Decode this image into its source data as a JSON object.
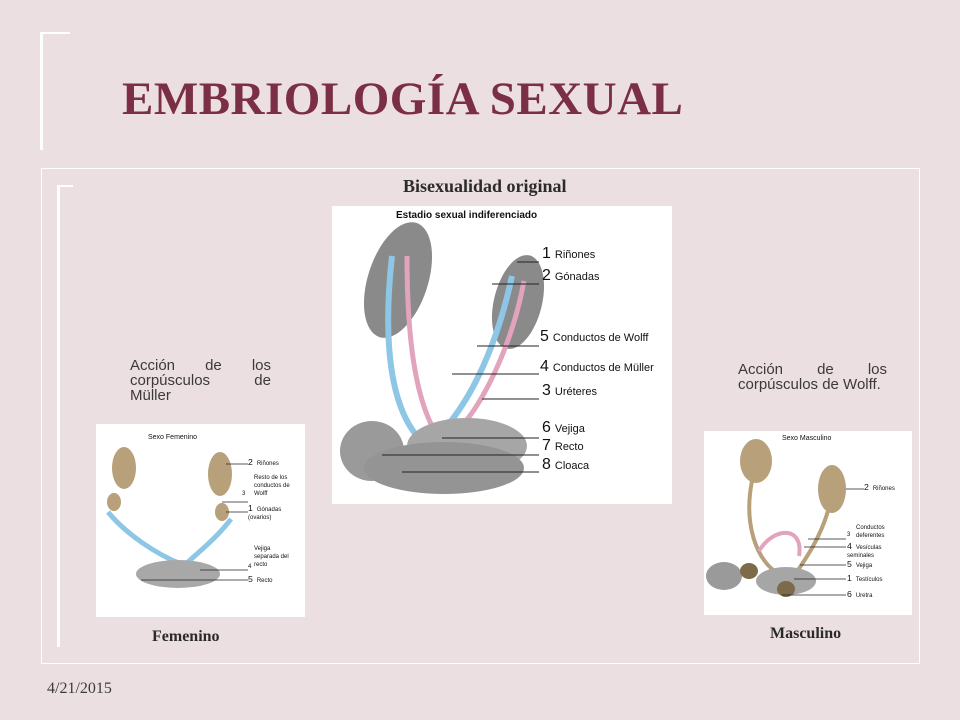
{
  "slide": {
    "title": "EMBRIOLOGÍA SEXUAL",
    "footer_date": "4/21/2015"
  },
  "center": {
    "heading": "Bisexualidad original",
    "figure_title": "Estadio sexual indiferenciado",
    "labels": [
      {
        "num": "1",
        "text": "Riñones"
      },
      {
        "num": "2",
        "text": "Gónadas"
      },
      {
        "num": "5",
        "text": "Conductos de Wolff"
      },
      {
        "num": "4",
        "text": "Conductos de Müller"
      },
      {
        "num": "3",
        "text": "Uréteres"
      },
      {
        "num": "6",
        "text": "Vejiga"
      },
      {
        "num": "7",
        "text": "Recto"
      },
      {
        "num": "8",
        "text": "Cloaca"
      }
    ]
  },
  "left": {
    "caption": "Acción de los corpúsculos de Müller",
    "figure_title": "Sexo Femenino",
    "labels": [
      {
        "num": "2",
        "text": "Riñones"
      },
      {
        "num": "",
        "text": "Resto de los conductos de Wolff"
      },
      {
        "num": "3",
        "text": ""
      },
      {
        "num": "1",
        "text": "Gónadas (ovarios)"
      },
      {
        "num": "",
        "text": "Vejiga separada del recto"
      },
      {
        "num": "4",
        "text": ""
      },
      {
        "num": "5",
        "text": "Recto"
      }
    ],
    "footer_label": "Femenino"
  },
  "right": {
    "caption": "Acción de los corpúsculos de Wolff.",
    "figure_title": "Sexo Masculino",
    "labels": [
      {
        "num": "2",
        "text": "Riñones"
      },
      {
        "num": "",
        "text": "Conductos deferentes"
      },
      {
        "num": "3",
        "text": ""
      },
      {
        "num": "4",
        "text": "Vesículas seminales"
      },
      {
        "num": "5",
        "text": "Vejiga"
      },
      {
        "num": "1",
        "text": "Testículos"
      },
      {
        "num": "6",
        "text": "Uretra"
      }
    ],
    "footer_label": "Masculino"
  },
  "colors": {
    "title": "#7b2f45",
    "background": "#ecdfe2",
    "kidney_gray": "#8a8a8a",
    "duct_blue": "#8ec6e6",
    "duct_pink": "#e2a3bd",
    "organ_tan": "#b7a07a"
  }
}
